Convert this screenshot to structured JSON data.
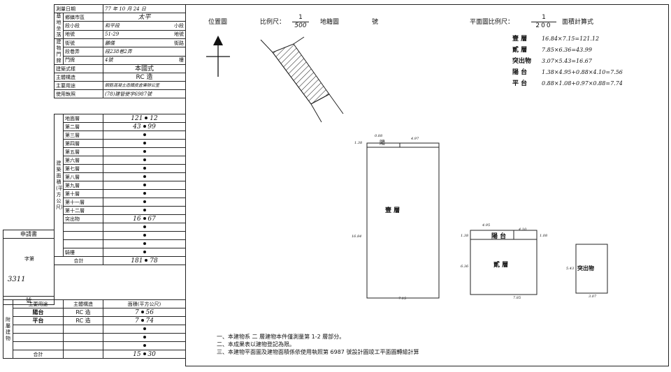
{
  "left_table": {
    "survey_date_label": "測量日期",
    "survey_date_value": "77 年 10 月 24 日",
    "location_group": "基地坐落",
    "township_label": "鄉鎮市區",
    "township_value": "太平",
    "section_label": "段小段",
    "section_value": "和平段",
    "subsection_suffix": "小段",
    "lot_label": "地號",
    "lot_value": "51-29",
    "lot_suffix": "地號",
    "door_group": "建物門牌",
    "street_label": "街號",
    "street_value": "鵬儀",
    "street_suffix": "街路",
    "lane_label": "段巷弄",
    "lane_value": "段238巷2弄",
    "number_label": "門牌",
    "number_value": "4號",
    "number_suffix": "樓",
    "style_label": "建築式樣",
    "style_value": "本國式",
    "structure_label": "主體構造",
    "structure_value": "RC 造",
    "use_label": "主要用途",
    "use_value": "鋼筋混凝土造鐵皮倉庫辦公室",
    "permit_label": "使用執照",
    "permit_value": "(78)建管使字6987號",
    "area_group": "建築面積(平方公尺)",
    "floors": [
      {
        "label": "地面層",
        "int": "121",
        "dec": "12"
      },
      {
        "label": "第二層",
        "int": "43",
        "dec": "99"
      },
      {
        "label": "第三層",
        "int": "",
        "dec": ""
      },
      {
        "label": "第四層",
        "int": "",
        "dec": ""
      },
      {
        "label": "第五層",
        "int": "",
        "dec": ""
      },
      {
        "label": "第六層",
        "int": "",
        "dec": ""
      },
      {
        "label": "第七層",
        "int": "",
        "dec": ""
      },
      {
        "label": "第八層",
        "int": "",
        "dec": ""
      },
      {
        "label": "第九層",
        "int": "",
        "dec": ""
      },
      {
        "label": "第十層",
        "int": "",
        "dec": ""
      },
      {
        "label": "第十一層",
        "int": "",
        "dec": ""
      },
      {
        "label": "第十二層",
        "int": "",
        "dec": ""
      },
      {
        "label": "突出物",
        "int": "16",
        "dec": "67"
      },
      {
        "label": "",
        "int": "",
        "dec": ""
      },
      {
        "label": "",
        "int": "",
        "dec": ""
      },
      {
        "label": "",
        "int": "",
        "dec": ""
      },
      {
        "label": "騎樓",
        "int": "",
        "dec": ""
      }
    ],
    "total_label": "合計",
    "total_int": "181",
    "total_dec": "78",
    "applicant_label": "申請書",
    "doc_no_label": "字第",
    "doc_no_value": "3311",
    "doc_no_suffix": "號",
    "annex_group": "附屬建物",
    "annex_use_label": "主要用途",
    "annex_struct_label": "主體構造",
    "annex_area_label": "面積(平方公尺)",
    "annex_rows": [
      {
        "use": "陽台",
        "struct": "RC 造",
        "int": "7",
        "dec": "56"
      },
      {
        "use": "平台",
        "struct": "RC 造",
        "int": "7",
        "dec": "74"
      },
      {
        "use": "",
        "struct": "",
        "int": "",
        "dec": ""
      },
      {
        "use": "",
        "struct": "",
        "int": "",
        "dec": ""
      },
      {
        "use": "",
        "struct": "",
        "int": "",
        "dec": ""
      }
    ],
    "annex_total_label": "合計",
    "annex_total_int": "15",
    "annex_total_dec": "30"
  },
  "header": {
    "location_map": "位置圖",
    "scale_label": "比例尺：",
    "scale_num": "1",
    "scale_den": "500",
    "cadastral_label": "地籍圖",
    "cadastral_no": "號",
    "plan_scale_label": "平面圖比例尺：",
    "plan_scale_num": "1",
    "plan_scale_den": "200",
    "area_calc_label": "面積計算式"
  },
  "calc": [
    {
      "label": "壹 層",
      "formula": "16.84×7.15=121.12"
    },
    {
      "label": "貳 層",
      "formula": "7.85×6.36=43.99"
    },
    {
      "label": "突出物",
      "formula": "3.07×5.43=16.67"
    },
    {
      "label": "陽 台",
      "formula": "1.38×4.95+0.88×4.10=7.56"
    },
    {
      "label": "平 台",
      "formula": "0.88×1.08+0.97×0.88=7.74"
    }
  ],
  "plans": {
    "floor1": "壹 層",
    "floor2": "貳 層",
    "balcony": "陽 台",
    "protrusion": "突出物",
    "floor1_balcony": "陽",
    "f1_top_a": "0.88",
    "f1_top_b": "4.97",
    "f1_left_top": "1.38",
    "f1_left": "16.84",
    "f1_bottom": "7.15",
    "f2_top_a": "4.95",
    "f2_top_b": "4.10",
    "f2_left_top": "1.38",
    "f2_right_top": "1.08",
    "f2_left": "6.36",
    "f2_bottom": "7.85",
    "p_left": "5.43",
    "p_bottom": "3.07"
  },
  "notes": [
    "一、本建物系 二 層建物本件僅測量第 1-2 層部分。",
    "二、本成果表以建物登記為限。",
    "三、本建物平面圖及建物面積係依使用執照第 6987 號設計圖竣工平面圖轉繪計算"
  ]
}
